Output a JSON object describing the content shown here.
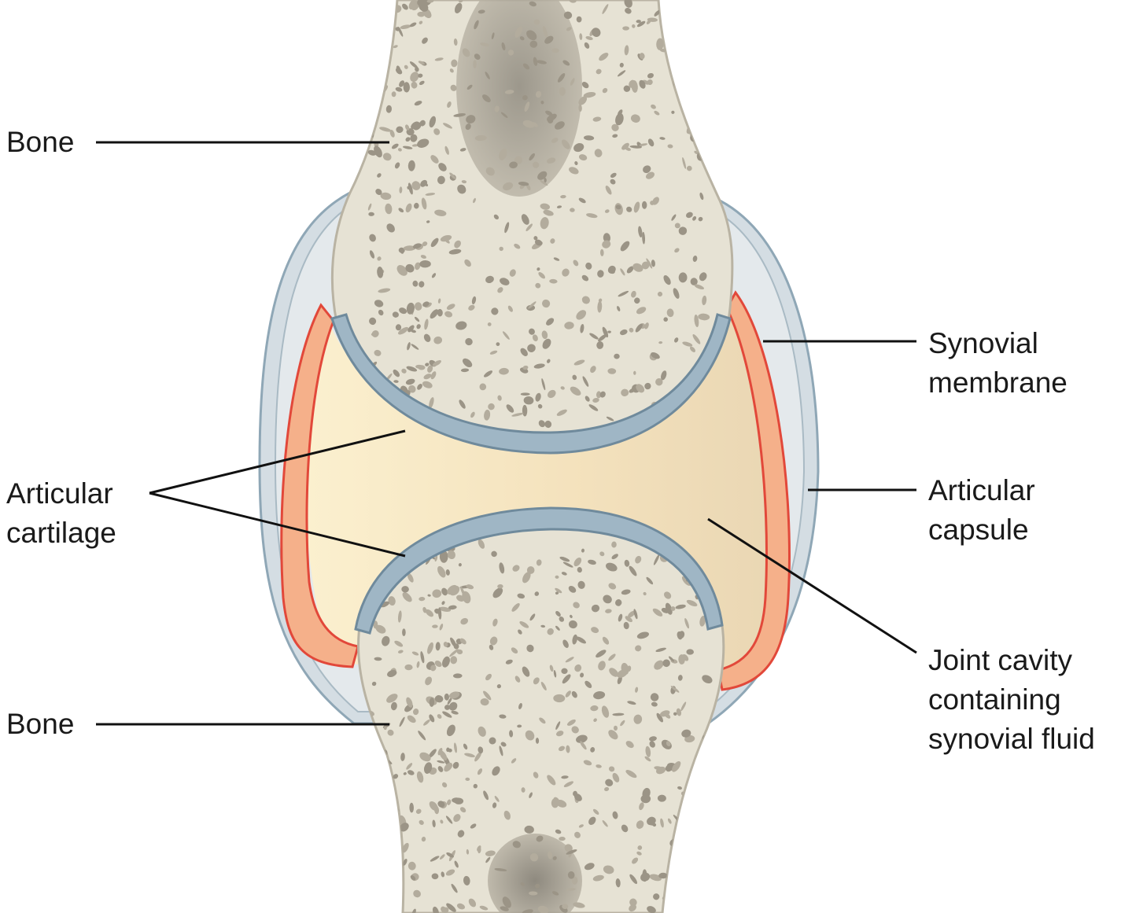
{
  "labels": {
    "bone_top": "Bone",
    "bone_bottom": "Bone",
    "articular_cartilage": [
      "Articular",
      "cartilage"
    ],
    "synovial_membrane": [
      "Synovial",
      "membrane"
    ],
    "articular_capsule": [
      "Articular",
      "capsule"
    ],
    "joint_cavity": [
      "Joint cavity",
      "containing",
      "synovial fluid"
    ]
  },
  "colors": {
    "bone": "#e6e2d4",
    "bone_edge": "#b9b3a3",
    "spongy_pore": "#8f887a",
    "marrow": "#8a857a",
    "cartilage": "#9fb6c5",
    "cartilage_edge": "#6f8a9c",
    "synovial_membrane": "#e2483a",
    "synovial_fill": "#f5b08a",
    "capsule": "#c9d3da",
    "capsule_edge": "#8fa7b6",
    "joint_fluid": "#f3e2bf",
    "leader_line": "#111111"
  }
}
